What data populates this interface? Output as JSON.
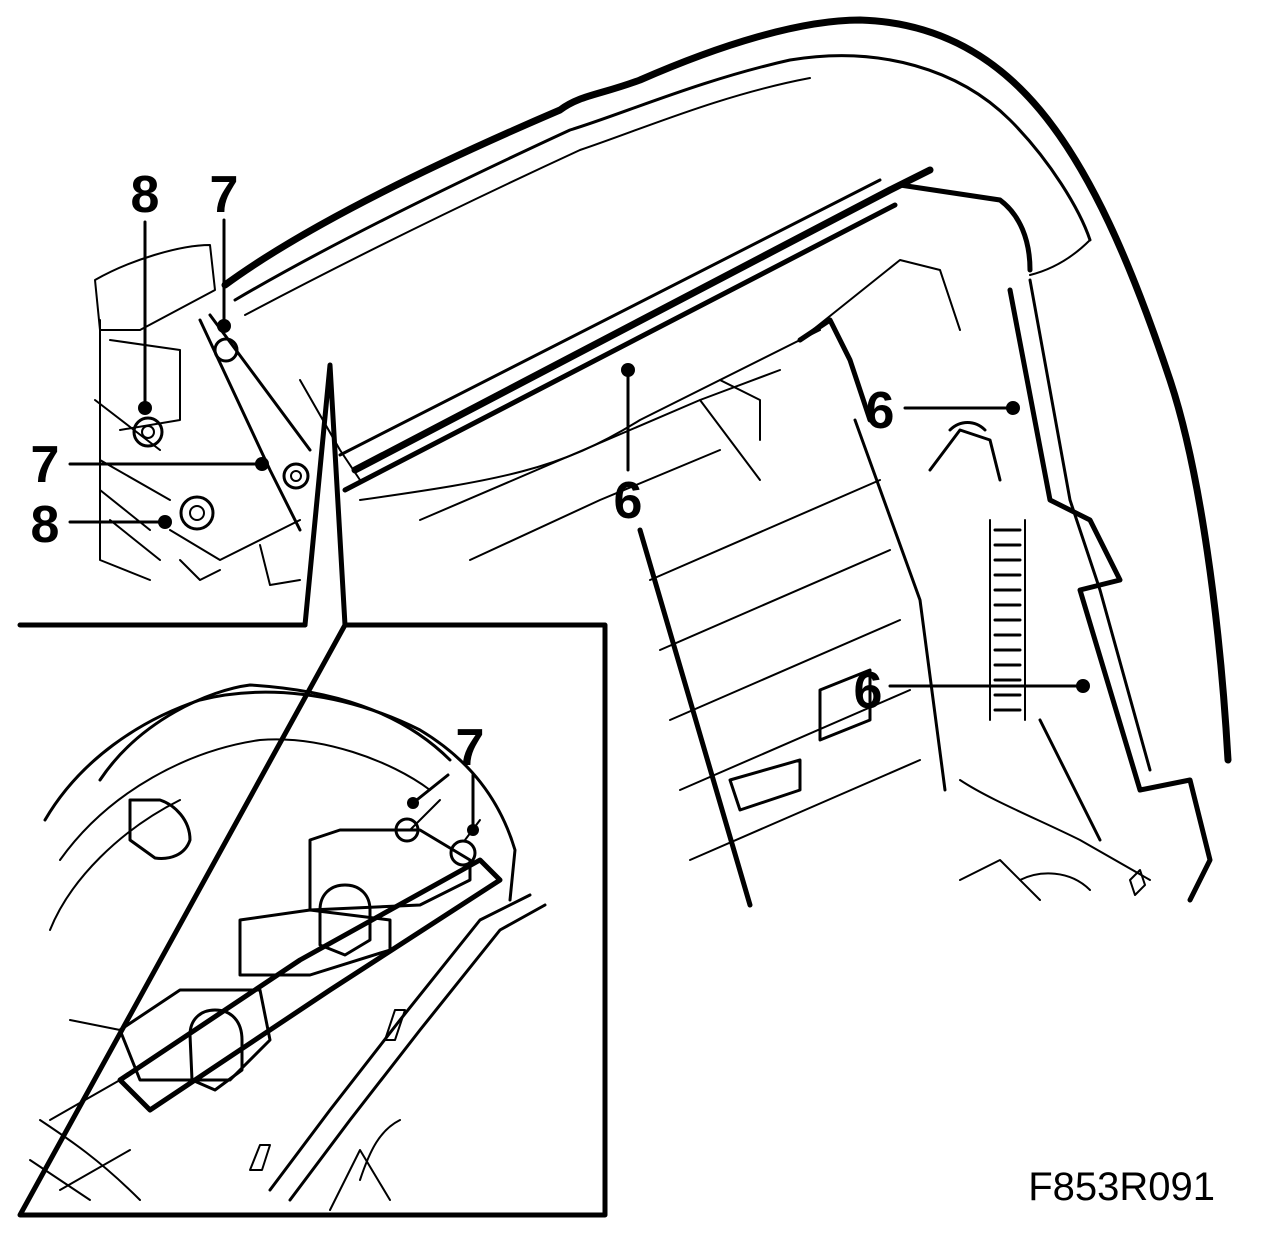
{
  "callouts": {
    "c8_top": "8",
    "c7_top": "7",
    "c7_mid": "7",
    "c8_mid": "8",
    "c6_center": "6",
    "c6_right_upper": "6",
    "c6_right_lower": "6",
    "c7_inset": "7"
  },
  "figure_code": "F853R091"
}
